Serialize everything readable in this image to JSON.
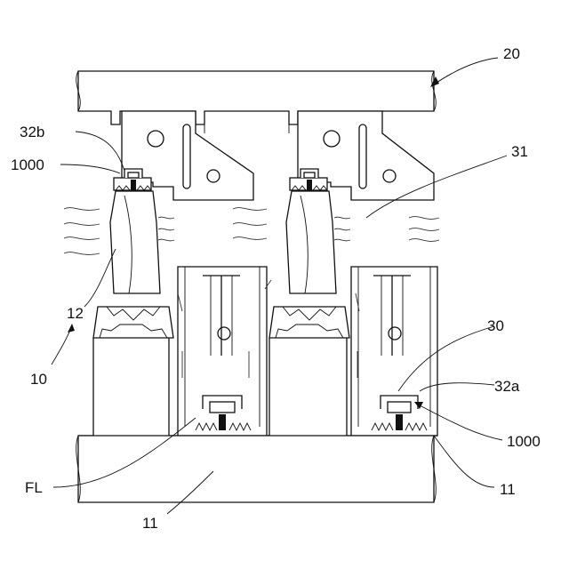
{
  "labels": {
    "ref_20": "20",
    "ref_32b": "32b",
    "ref_1000_top": "1000",
    "ref_31": "31",
    "ref_12": "12",
    "ref_10": "10",
    "ref_30": "30",
    "ref_32a": "32a",
    "ref_1000_bottom": "1000",
    "ref_FL": "FL",
    "ref_11_right": "11",
    "ref_11_bottom": "11"
  },
  "colors": {
    "line": "#111111",
    "background": "#ffffff"
  }
}
